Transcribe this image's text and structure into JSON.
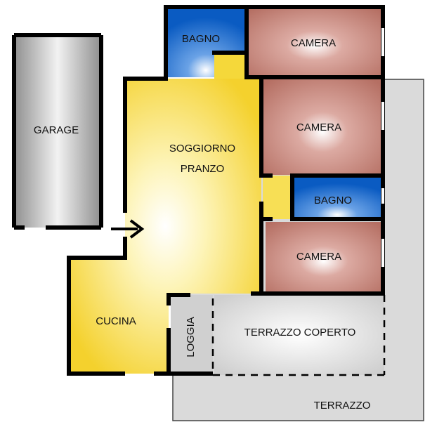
{
  "rooms": {
    "garage": "GARAGE",
    "bagno_top": "BAGNO",
    "camera_top": "CAMERA",
    "camera_mid": "CAMERA",
    "soggiorno_line1": "SOGGIORNO",
    "soggiorno_line2": "PRANZO",
    "bagno_mid": "BAGNO",
    "camera_bottom": "CAMERA",
    "cucina": "CUCINA",
    "loggia": "LOGGIA",
    "terrazzo_coperto": "TERRAZZO COPERTO",
    "terrazzo": "TERRAZZO"
  },
  "colors": {
    "bedroom": "#b8776b",
    "bathroom": "#1462c4",
    "living": "#f5d94a",
    "garage": "#9c9c9c",
    "terrace": "#dedede",
    "wall": "#000000"
  },
  "icons": {
    "entrance": "entrance-arrow-icon"
  }
}
